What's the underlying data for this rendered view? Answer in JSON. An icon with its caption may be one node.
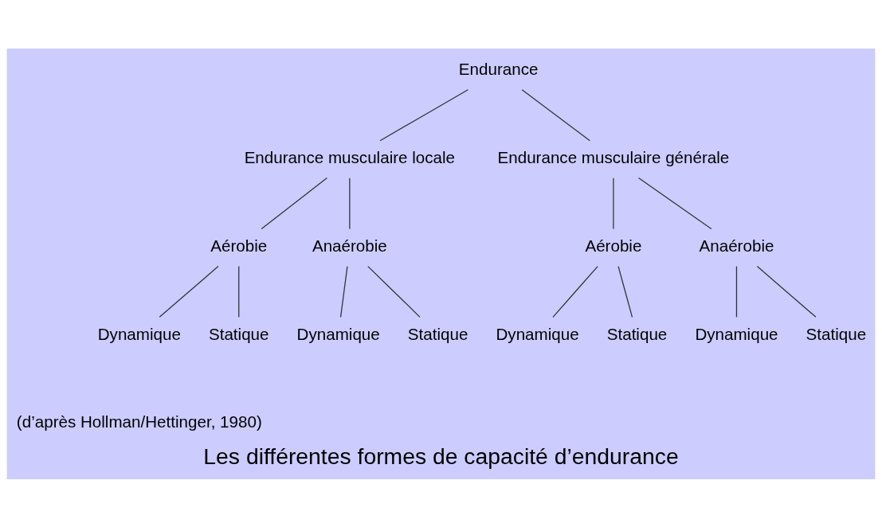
{
  "diagram": {
    "caption": "Les différentes formes de capacité d’endurance",
    "nodes": [
      {
        "text": [
          "Endurance"
        ]
      },
      {
        "text": [
          "Endurance musculaire locale"
        ]
      },
      {
        "text": [
          "Endurance musculaire générale"
        ]
      },
      {
        "text": [
          "Aérobie"
        ]
      },
      {
        "text": [
          "Anaérobie"
        ]
      },
      {
        "text": [
          "Aérobie"
        ]
      },
      {
        "text": [
          "Anaérobie"
        ]
      },
      {
        "text": [
          "Dynamique"
        ]
      },
      {
        "text": [
          "Statique"
        ]
      },
      {
        "text": [
          "Dynamique"
        ]
      },
      {
        "text": [
          "Statique"
        ]
      },
      {
        "text": [
          "Dynamique"
        ]
      },
      {
        "text": [
          "Statique"
        ]
      },
      {
        "text": [
          "Dynamique"
        ]
      },
      {
        "text": [
          "Statique"
        ]
      }
    ],
    "edges": [
      {
        "from": 0,
        "to": 1,
        "arrow": "none"
      },
      {
        "from": 0,
        "to": 2,
        "arrow": "none"
      },
      {
        "from": 1,
        "to": 3,
        "arrow": "none"
      },
      {
        "from": 1,
        "to": 4,
        "arrow": "none"
      },
      {
        "from": 2,
        "to": 5,
        "arrow": "none"
      },
      {
        "from": 2,
        "to": 6,
        "arrow": "none"
      },
      {
        "from": 3,
        "to": 7,
        "arrow": "none"
      },
      {
        "from": 3,
        "to": 8,
        "arrow": "none"
      },
      {
        "from": 4,
        "to": 9,
        "arrow": "none"
      },
      {
        "from": 4,
        "to": 10,
        "arrow": "none"
      },
      {
        "from": 5,
        "to": 11,
        "arrow": "none"
      },
      {
        "from": 5,
        "to": 12,
        "arrow": "none"
      },
      {
        "from": 6,
        "to": 13,
        "arrow": "none"
      },
      {
        "from": 6,
        "to": 14,
        "arrow": "none"
      }
    ],
    "labels": [
      "(d’après Hollman/Hettinger, 1980)"
    ]
  }
}
